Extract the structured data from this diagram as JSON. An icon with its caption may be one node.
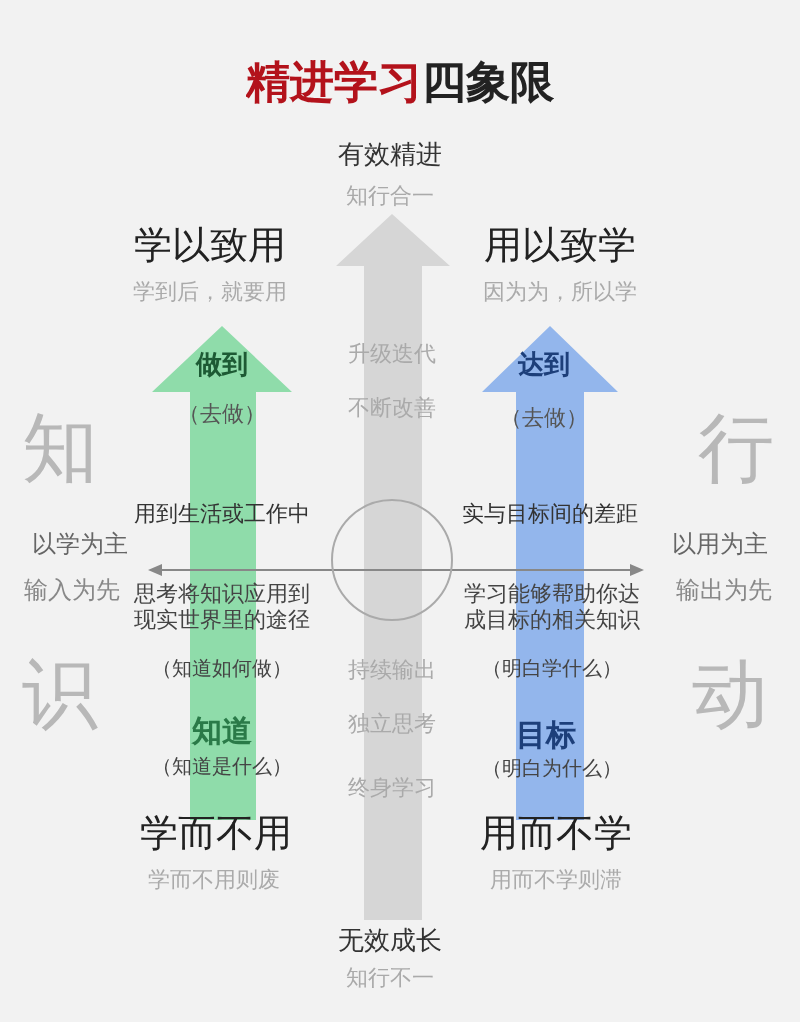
{
  "diagram": {
    "title": "精进学习四象限",
    "labels": [
      "有效精进",
      "知行合一",
      "学以致用",
      "学到后，就要用",
      "用以致学",
      "因为为，所以学",
      "做到",
      "升级迭代",
      "达到",
      "（去做）",
      "不断改善",
      "（去做）",
      "知",
      "行",
      "用到生活或工作中",
      "实与目标间的差距",
      "以学为主",
      "以用为主",
      "输入为先",
      "思考将知识应用到现实世界里的途径",
      "学习能够帮助你达成目标的相关知识",
      "输出为先",
      "（知道如何做）",
      "持续输出",
      "（明白学什么）",
      "识",
      "动",
      "知道",
      "独立思考",
      "目标",
      "（知道是什么）",
      "（明白为什么）",
      "终身学习",
      "学而不用",
      "用而不学",
      "学而不用则废",
      "用而不学则滞",
      "无效成长",
      "知行不一"
    ]
  }
}
